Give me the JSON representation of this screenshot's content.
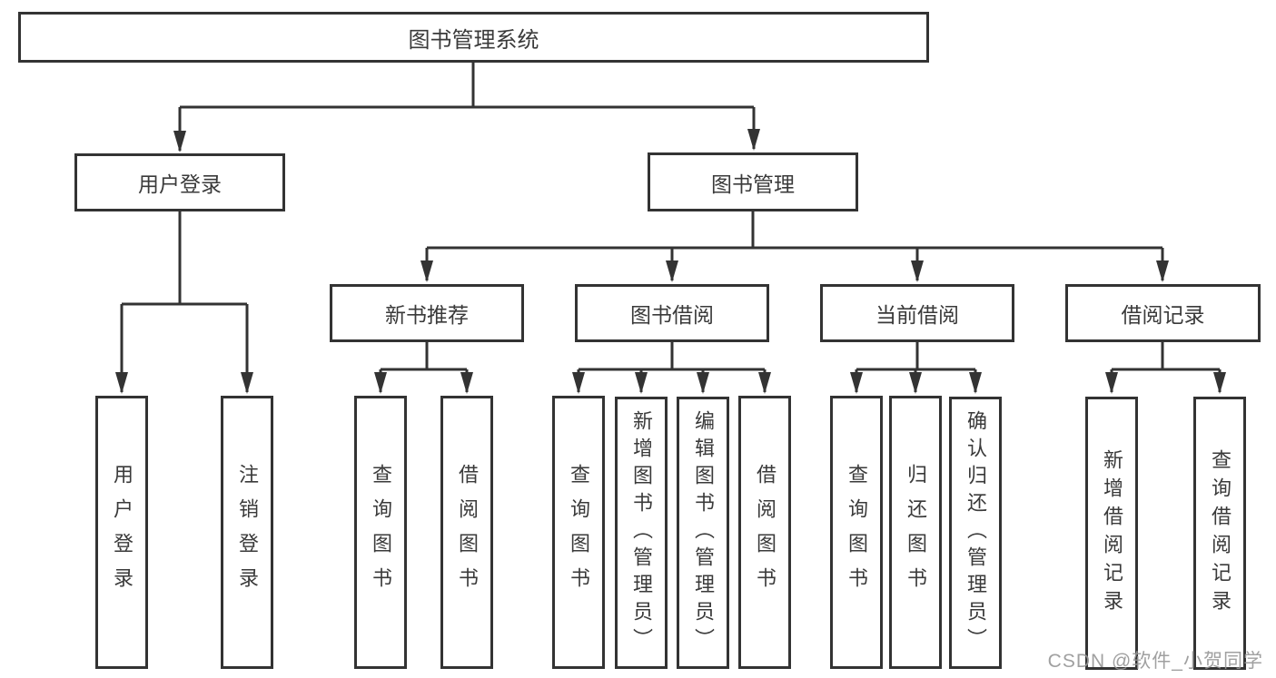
{
  "watermark": "CSDN @软件_小贺同学",
  "colors": {
    "line": "#333333",
    "text": "#3a3a3a",
    "background": "#ffffff",
    "watermark": "#969696"
  },
  "tree": {
    "label": "图书管理系统",
    "children": [
      {
        "label": "用户登录",
        "children": [
          {
            "label": "用户登录"
          },
          {
            "label": "注销登录"
          }
        ]
      },
      {
        "label": "图书管理",
        "children": [
          {
            "label": "新书推荐",
            "children": [
              {
                "label": "查询图书"
              },
              {
                "label": "借阅图书"
              }
            ]
          },
          {
            "label": "图书借阅",
            "children": [
              {
                "label": "查询图书"
              },
              {
                "label": "新增图书（管理员）"
              },
              {
                "label": "编辑图书（管理员）"
              },
              {
                "label": "借阅图书"
              }
            ]
          },
          {
            "label": "当前借阅",
            "children": [
              {
                "label": "查询图书"
              },
              {
                "label": "归还图书"
              },
              {
                "label": "确认归还（管理员）"
              }
            ]
          },
          {
            "label": "借阅记录",
            "children": [
              {
                "label": "新增借阅记录"
              },
              {
                "label": "查询借阅记录"
              }
            ]
          }
        ]
      }
    ]
  }
}
